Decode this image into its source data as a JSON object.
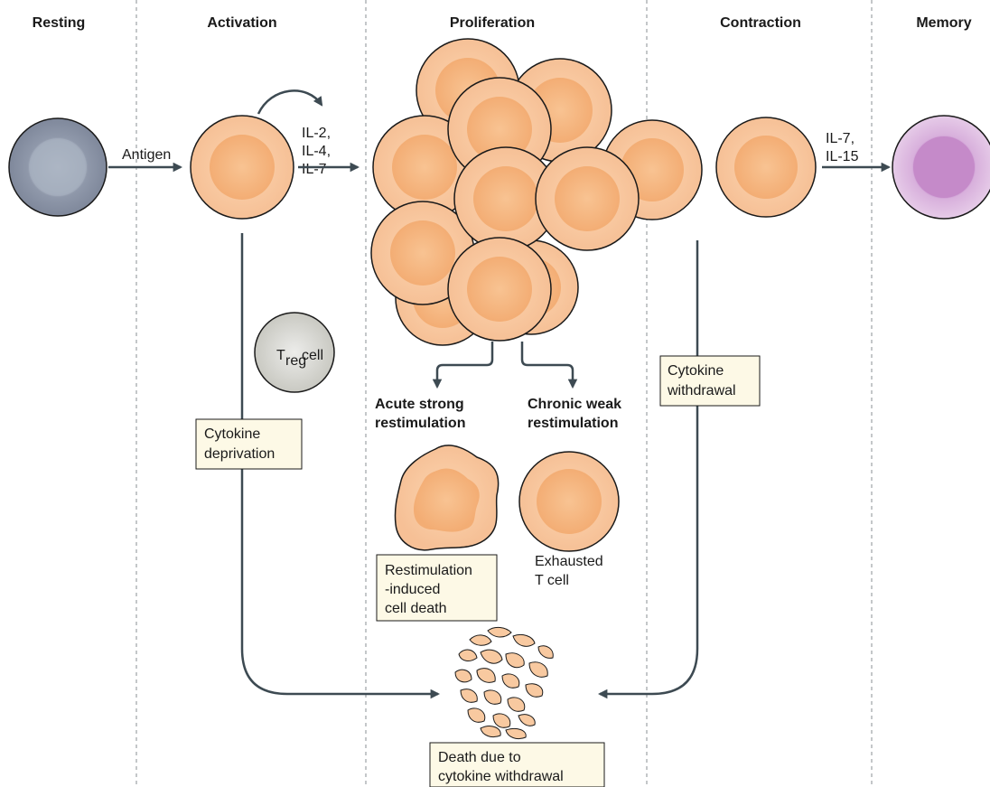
{
  "phases": {
    "resting": "Resting",
    "activation": "Activation",
    "proliferation": "Proliferation",
    "contraction": "Contraction",
    "memory": "Memory"
  },
  "labels": {
    "antigen": "Antigen",
    "il_activation": [
      "IL-2,",
      "IL-4,",
      "IL-7"
    ],
    "il_memory": [
      "IL-7,",
      "IL-15"
    ],
    "treg_t": "T",
    "treg_sub": "reg",
    "treg_cell": "cell",
    "cytokine_deprivation": [
      "Cytokine",
      "deprivation"
    ],
    "cytokine_withdrawal": [
      "Cytokine",
      "withdrawal"
    ],
    "acute": [
      "Acute strong",
      "restimulation"
    ],
    "chronic": [
      "Chronic weak",
      "restimulation"
    ],
    "ricd": [
      "Restimulation",
      "-induced",
      "cell death"
    ],
    "exhausted": [
      "Exhausted",
      "T cell"
    ],
    "death": [
      "Death due to",
      "cytokine withdrawal"
    ]
  },
  "colors": {
    "resting_cell": "#8d96a8",
    "effector_cell": "#f8c9a0",
    "effector_nucleus": "#f5b47d",
    "memory_cell": "#cf9ed4",
    "treg_cell": "#d5d5cf",
    "arrow": "#3d4a52",
    "label_box": "#fdf9e6"
  }
}
